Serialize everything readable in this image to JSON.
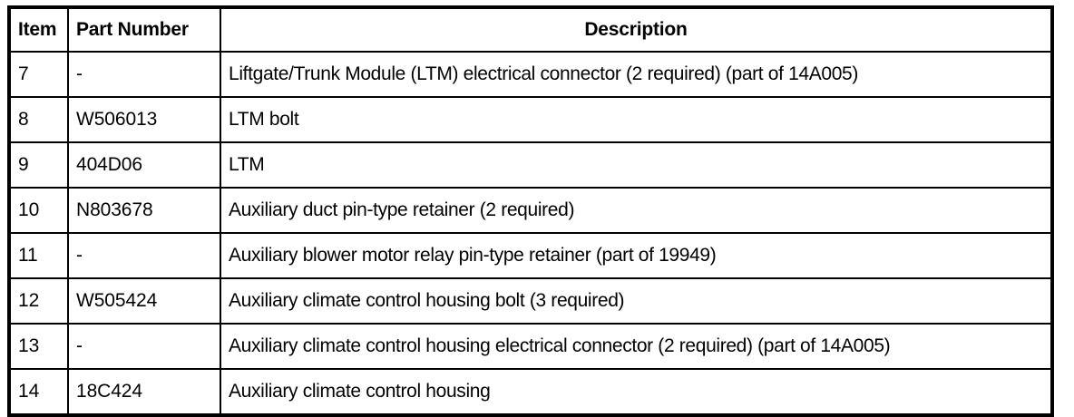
{
  "table": {
    "name": "parts-list-table",
    "columns": [
      {
        "key": "item",
        "label": "Item"
      },
      {
        "key": "part_number",
        "label": "Part Number"
      },
      {
        "key": "description",
        "label": "Description"
      }
    ],
    "rows": [
      {
        "item": "7",
        "part_number": "-",
        "description": "Liftgate/Trunk Module (LTM) electrical connector (2 required) (part of 14A005)"
      },
      {
        "item": "8",
        "part_number": "W506013",
        "description": "LTM bolt"
      },
      {
        "item": "9",
        "part_number": "404D06",
        "description": "LTM"
      },
      {
        "item": "10",
        "part_number": "N803678",
        "description": "Auxiliary duct pin-type retainer (2 required)"
      },
      {
        "item": "11",
        "part_number": "-",
        "description": "Auxiliary blower motor relay pin-type retainer (part of 19949)"
      },
      {
        "item": "12",
        "part_number": "W505424",
        "description": "Auxiliary climate control housing bolt (3 required)"
      },
      {
        "item": "13",
        "part_number": "-",
        "description": "Auxiliary climate control housing electrical connector (2 required) (part of 14A005)"
      },
      {
        "item": "14",
        "part_number": "18C424",
        "description": "Auxiliary climate control housing"
      }
    ]
  },
  "colors": {
    "border": "#000000",
    "text": "#000000",
    "background": "#ffffff"
  }
}
